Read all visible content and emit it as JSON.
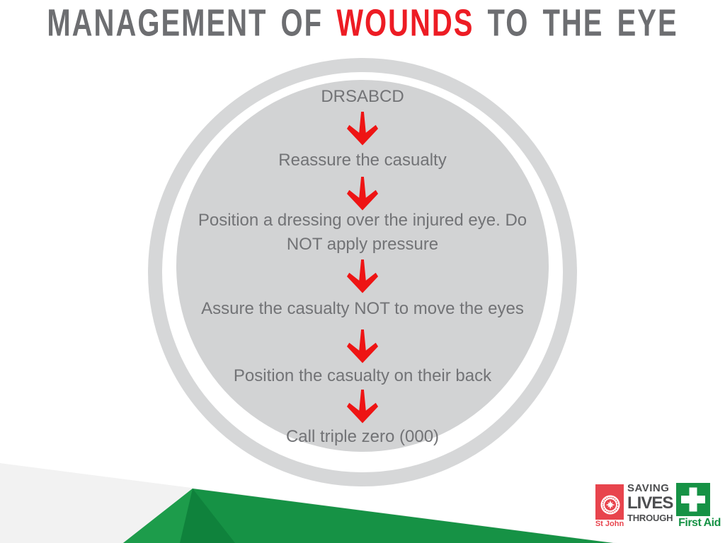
{
  "title": {
    "prefix": "MANAGEMENT OF ",
    "highlight": "WOUNDS",
    "suffix": " TO THE EYE"
  },
  "flow": {
    "connector_icon": "red-down-arrow",
    "steps": [
      "DRSABCD",
      "Reassure the casualty",
      "Position a dressing over the injured eye. Do NOT apply pressure",
      "Assure the casualty NOT to move the eyes",
      "Position the casualty on their back",
      "Call triple zero (000)"
    ]
  },
  "logo": {
    "st_john": "St John",
    "saving": "SAVING",
    "lives": "LIVES",
    "through": "THROUGH",
    "first_aid": "First Aid",
    "emblem_icon": "st-john-eight-point-star",
    "cross_icon": "first-aid-cross"
  },
  "colors": {
    "title_gray": "#6d6e71",
    "accent_red": "#ed1c24",
    "arrow_red": "#ee1414",
    "circle_ring": "#d6d7d8",
    "circle_fill": "#d2d3d4",
    "step_text": "#727376",
    "corner_triangle": "#f2f2f2",
    "green_main": "#169245",
    "green_light_facet": "#1d9c4b",
    "green_dark_facet": "#0f823c",
    "logo_text": "#4d4e50",
    "logo_red": "#e8444d"
  }
}
